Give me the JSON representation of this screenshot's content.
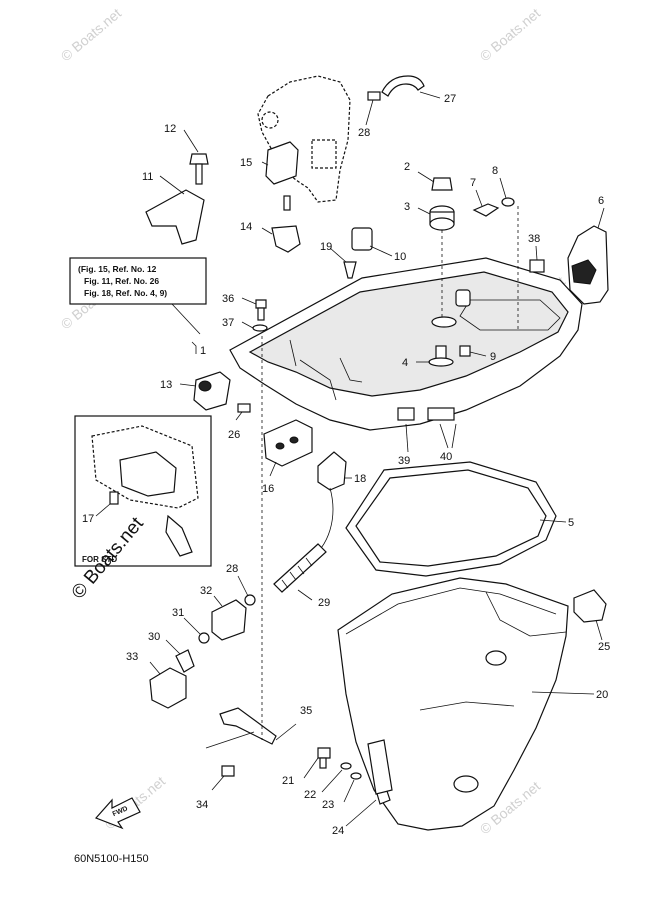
{
  "watermarks": {
    "small": "© Boats.net",
    "large": "© Boats.net"
  },
  "note": {
    "lines": [
      "(Fig. 15, Ref. No. 12",
      "Fig. 11, Ref. No. 26",
      "Fig. 18, Ref. No. 4, 9)"
    ]
  },
  "inset": {
    "label": "FOR STD"
  },
  "fwd_label": "FWD",
  "diagram_code": "60N5100-H150",
  "callouts": {
    "p1": "1",
    "p2": "2",
    "p3": "3",
    "p4": "4",
    "p5": "5",
    "p6": "6",
    "p7": "7",
    "p8": "8",
    "p9": "9",
    "p10": "10",
    "p11": "11",
    "p12": "12",
    "p13": "13",
    "p14": "14",
    "p15": "15",
    "p16": "16",
    "p17": "17",
    "p18": "18",
    "p19": "19",
    "p20": "20",
    "p21": "21",
    "p22": "22",
    "p23": "23",
    "p24": "24",
    "p25": "25",
    "p26": "26",
    "p27": "27",
    "p28": "28",
    "p29": "29",
    "p30": "30",
    "p31": "31",
    "p32": "32",
    "p33": "33",
    "p34": "34",
    "p35": "35",
    "p36": "36",
    "p37": "37",
    "p38": "38",
    "p39": "39",
    "p40": "40"
  }
}
